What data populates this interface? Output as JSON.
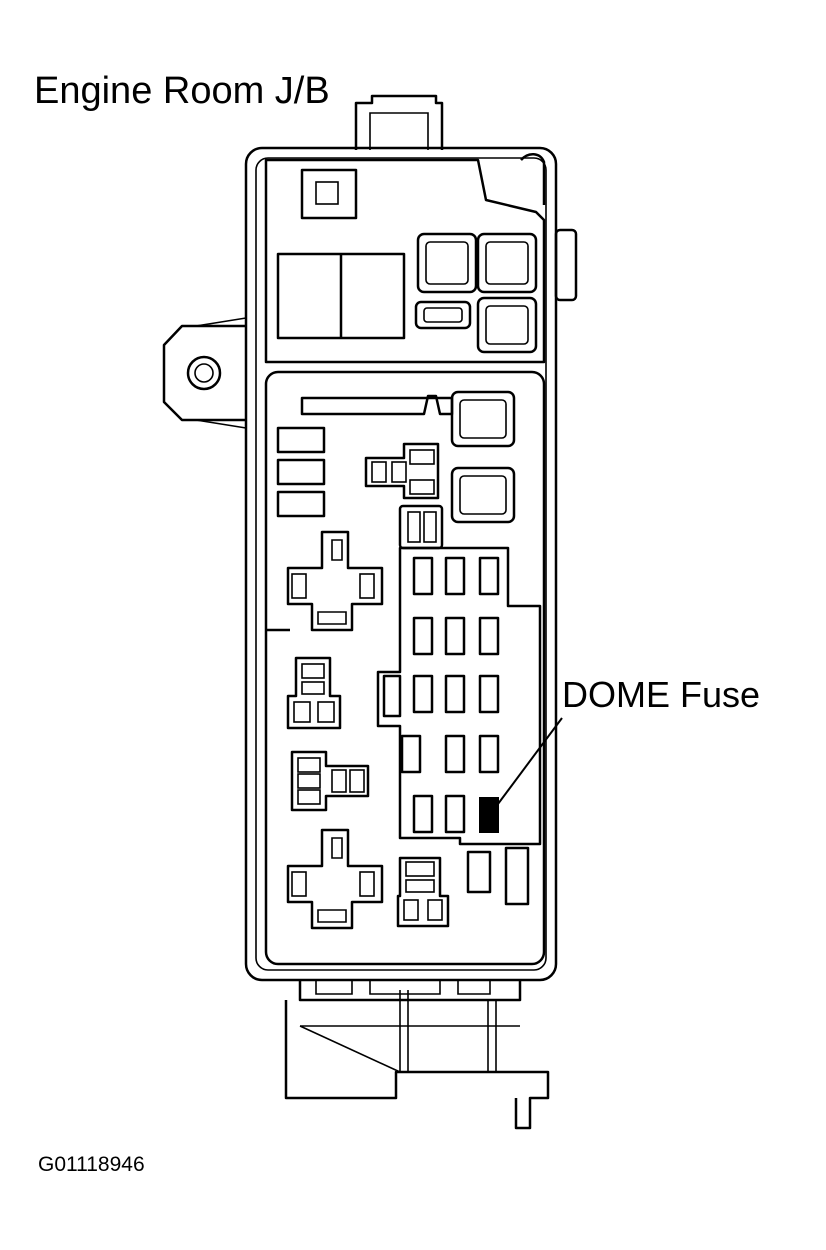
{
  "title": "Engine Room J/B",
  "callout": {
    "label": "DOME Fuse",
    "color": "#000000"
  },
  "figure_id": "G01118946",
  "colors": {
    "line": "#000000",
    "background": "#ffffff"
  }
}
